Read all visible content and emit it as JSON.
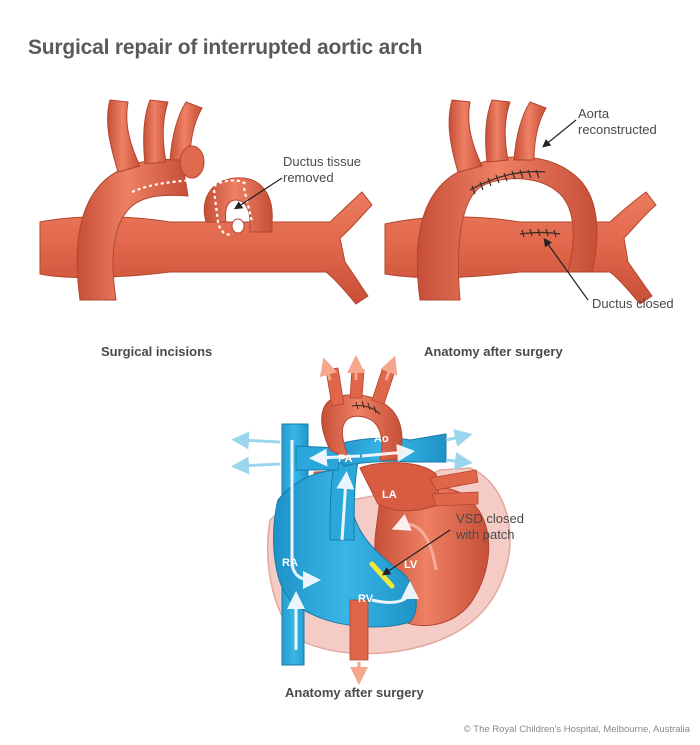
{
  "title": "Surgical repair of interrupted aortic arch",
  "panels": {
    "left": {
      "caption": "Surgical incisions",
      "annotation": [
        "Ductus tissue",
        "removed"
      ]
    },
    "right": {
      "caption": "Anatomy after surgery",
      "annotation_top": [
        "Aorta",
        "reconstructed"
      ],
      "annotation_bottom": "Ductus closed"
    },
    "heart": {
      "caption": "Anatomy after surgery",
      "annotation": [
        "VSD closed",
        "with patch"
      ],
      "chambers": {
        "ao": "Ao",
        "pa": "PA",
        "la": "LA",
        "lv": "LV",
        "ra": "RA",
        "rv": "RV"
      }
    }
  },
  "credit": "© The Royal Children's Hospital, Melbourne, Australia",
  "colors": {
    "aorta": "#e0664a",
    "aorta_dark": "#c14a33",
    "vein_blue": "#2aa8dc",
    "pericardium": "#f3c7c2",
    "patch": "#f2e93a"
  }
}
